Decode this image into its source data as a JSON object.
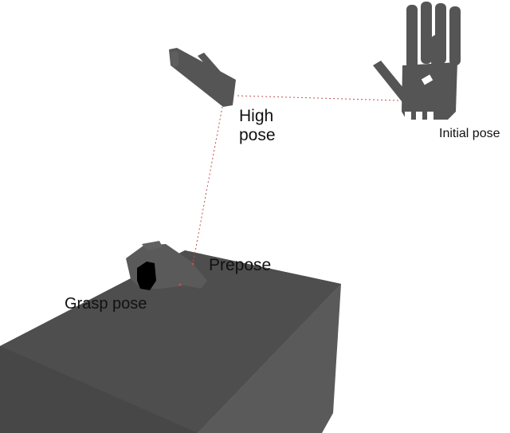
{
  "figure": {
    "description": "3D rendering of a robotic hand approaching an object on a table, showing a sequence of poses connected by dotted trajectory lines",
    "labels": {
      "high_pose": "High\npose",
      "initial_pose": "Initial pose",
      "prepose": "Prepose",
      "grasp_pose": "Grasp pose"
    },
    "colors": {
      "background": "#ffffff",
      "table_top": "#4d4d4d",
      "table_front": "#474747",
      "table_side": "#595959",
      "hand": "#555555",
      "object": "#000000",
      "trajectory": "#c0504d",
      "label_text": "#111111"
    },
    "trajectory": [
      {
        "from": "initial_pose",
        "to": "high_pose"
      },
      {
        "from": "high_pose",
        "to": "prepose"
      },
      {
        "from": "prepose",
        "to": "grasp_pose"
      }
    ]
  }
}
